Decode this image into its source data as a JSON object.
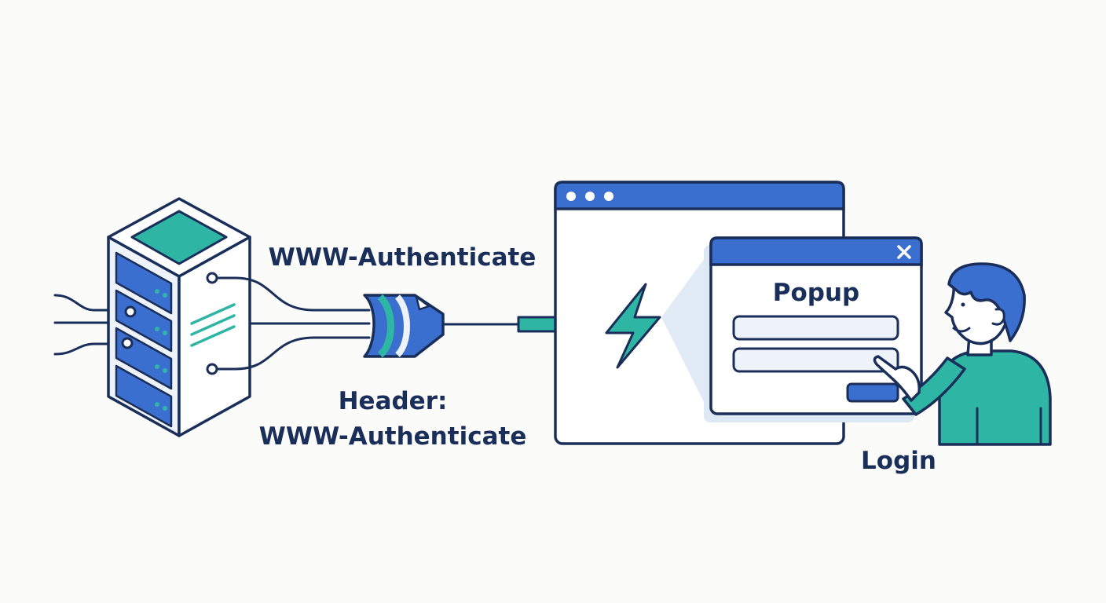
{
  "labels": {
    "top_header": "WWW-Authenticate",
    "bottom_header_line1": "Header:",
    "bottom_header_line2": "WWW-Authenticate",
    "popup_title": "Popup",
    "login": "Login"
  },
  "icons": {
    "server": "server-rack-icon",
    "cable_plug": "cable-plug-icon",
    "arrow": "arrow-right-icon",
    "lightning": "lightning-bolt-icon",
    "browser": "browser-window-icon",
    "popup_close": "close-icon",
    "user": "person-icon"
  },
  "colors": {
    "outline": "#1a2e5a",
    "blue": "#3a6fd0",
    "teal": "#2fb5a3",
    "light_bg": "#eef3fa",
    "popup_glow": "#dce8f4"
  }
}
